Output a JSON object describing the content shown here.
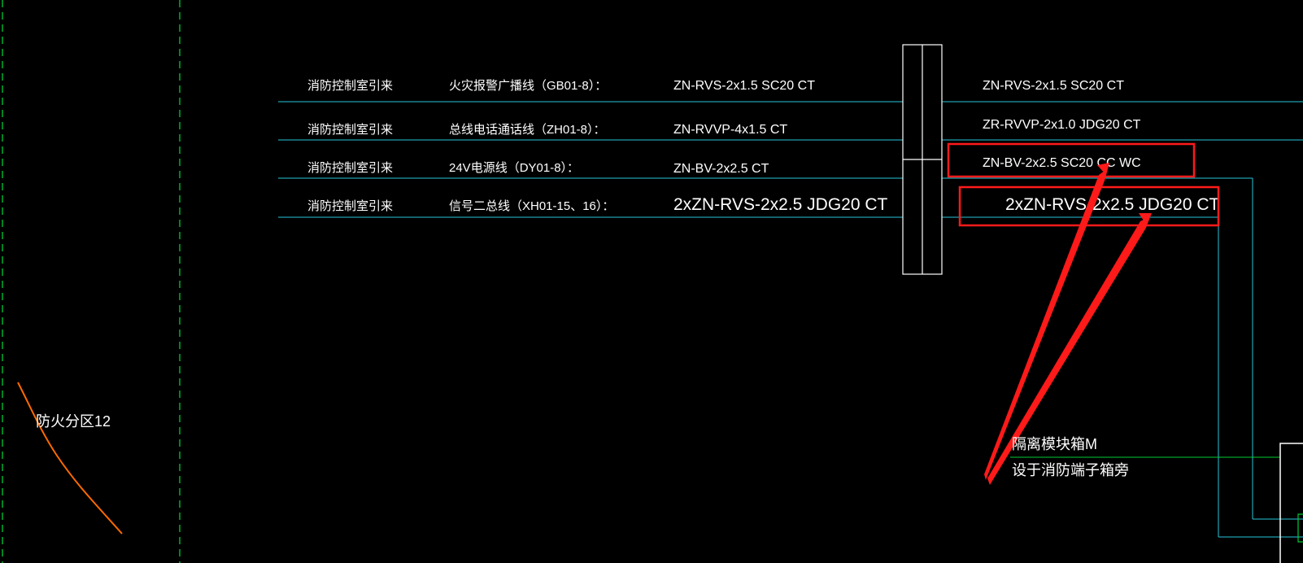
{
  "colors": {
    "background": "#000000",
    "text": "#ffffff",
    "wire": "#26c6da",
    "zone_boundary": "#00cc33",
    "annotation": "#ff1a1a",
    "sketch": "#ff6a00",
    "terminal_box": "#ffffff"
  },
  "rows": [
    {
      "source": "消防控制室引来",
      "name": "火灾报警广播线（GB01-8）：",
      "spec_left": "ZN-RVS-2x1.5  SC20  CT",
      "spec_right": "ZN-RVS-2x1.5  SC20  CT"
    },
    {
      "source": "消防控制室引来",
      "name": "总线电话通话线（ZH01-8）：",
      "spec_left": "ZN-RVVP-4x1.5  CT",
      "spec_right": "ZR-RVVP-2x1.0  JDG20  CT"
    },
    {
      "source": "消防控制室引来",
      "name": "24V电源线（DY01-8）：",
      "spec_left": "ZN-BV-2x2.5  CT",
      "spec_right": "ZN-BV-2x2.5  SC20  CC  WC"
    },
    {
      "source": "消防控制室引来",
      "name": "信号二总线（XH01-15、16）：",
      "spec_left": "2xZN-RVS-2x2.5  JDG20  CT",
      "spec_right": "2xZN-RVS-2x2.5  JDG20  CT"
    }
  ],
  "zone_label": "防火分区12",
  "isolation_box": {
    "line1": "隔离模块箱M",
    "line2": "设于消防端子箱旁"
  },
  "highlighted_rows": [
    2,
    3
  ]
}
